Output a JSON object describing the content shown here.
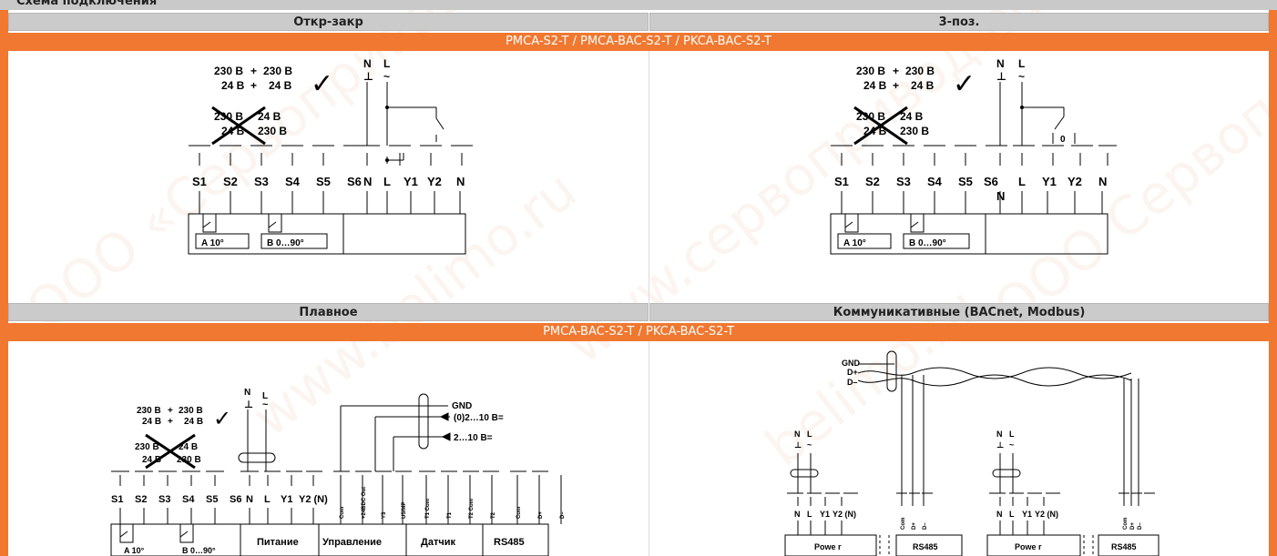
{
  "page_title": "Схема подключения",
  "sections": {
    "top_left": "Откр-закр",
    "top_right": "3-поз.",
    "bottom_left": "Плавное",
    "bottom_right": "Коммуникативные (BACnet, Modbus)"
  },
  "model_bars": {
    "top": "PMCA-S2-T / PMCA-BAC-S2-T / PKCA-BAC-S2-T",
    "bottom": "PMCA-BAC-S2-T / PKCA-BAC-S2-T"
  },
  "voltage": {
    "line1a": "230 В",
    "plus": "+",
    "line1b": "230 В",
    "line2a": "24 В",
    "line2b": "24 В",
    "x_line1a": "230 В",
    "x_line1b": "24 В",
    "x_line2a": "24 В",
    "x_line2b": "230 В",
    "check": "✓"
  },
  "terminals": {
    "s": [
      "S1",
      "S2",
      "S3",
      "S4",
      "S5",
      "S6"
    ],
    "power_a": [
      "N",
      "L",
      "Y1",
      "Y2",
      "N"
    ],
    "power_b": [
      "N",
      "L",
      "Y1",
      "Y2 (N)"
    ],
    "control": [
      "Com",
      "+24BDC Out",
      "Y3",
      "U5/MP"
    ],
    "sensor": [
      "T1 Com",
      "T1",
      "T2 Com",
      "T2"
    ],
    "rs485": [
      "Com",
      "D+",
      "D–"
    ]
  },
  "supply": {
    "n": "N",
    "l": "L",
    "n_sym": "⊥",
    "l_sym": "~",
    "minus": "−",
    "plus": "+"
  },
  "switches": {
    "a": "A 10°",
    "b": "B 0…90°",
    "zero": "0"
  },
  "signals": {
    "gnd": "GND",
    "sig1": "(0)2…10 В=",
    "sig2": "2…10 В=",
    "dplus": "D+",
    "dminus": "D–"
  },
  "boxes": {
    "power": "Питание",
    "control": "Управление",
    "sensor": "Датчик",
    "rs485": "RS485",
    "power_en": "Powe r"
  },
  "watermarks": [
    "ООО «Сервопривод»",
    "www.belimo.ru",
    "www.сервопривод.рф",
    "belimo.ru",
    "ООО Сервопривод"
  ]
}
